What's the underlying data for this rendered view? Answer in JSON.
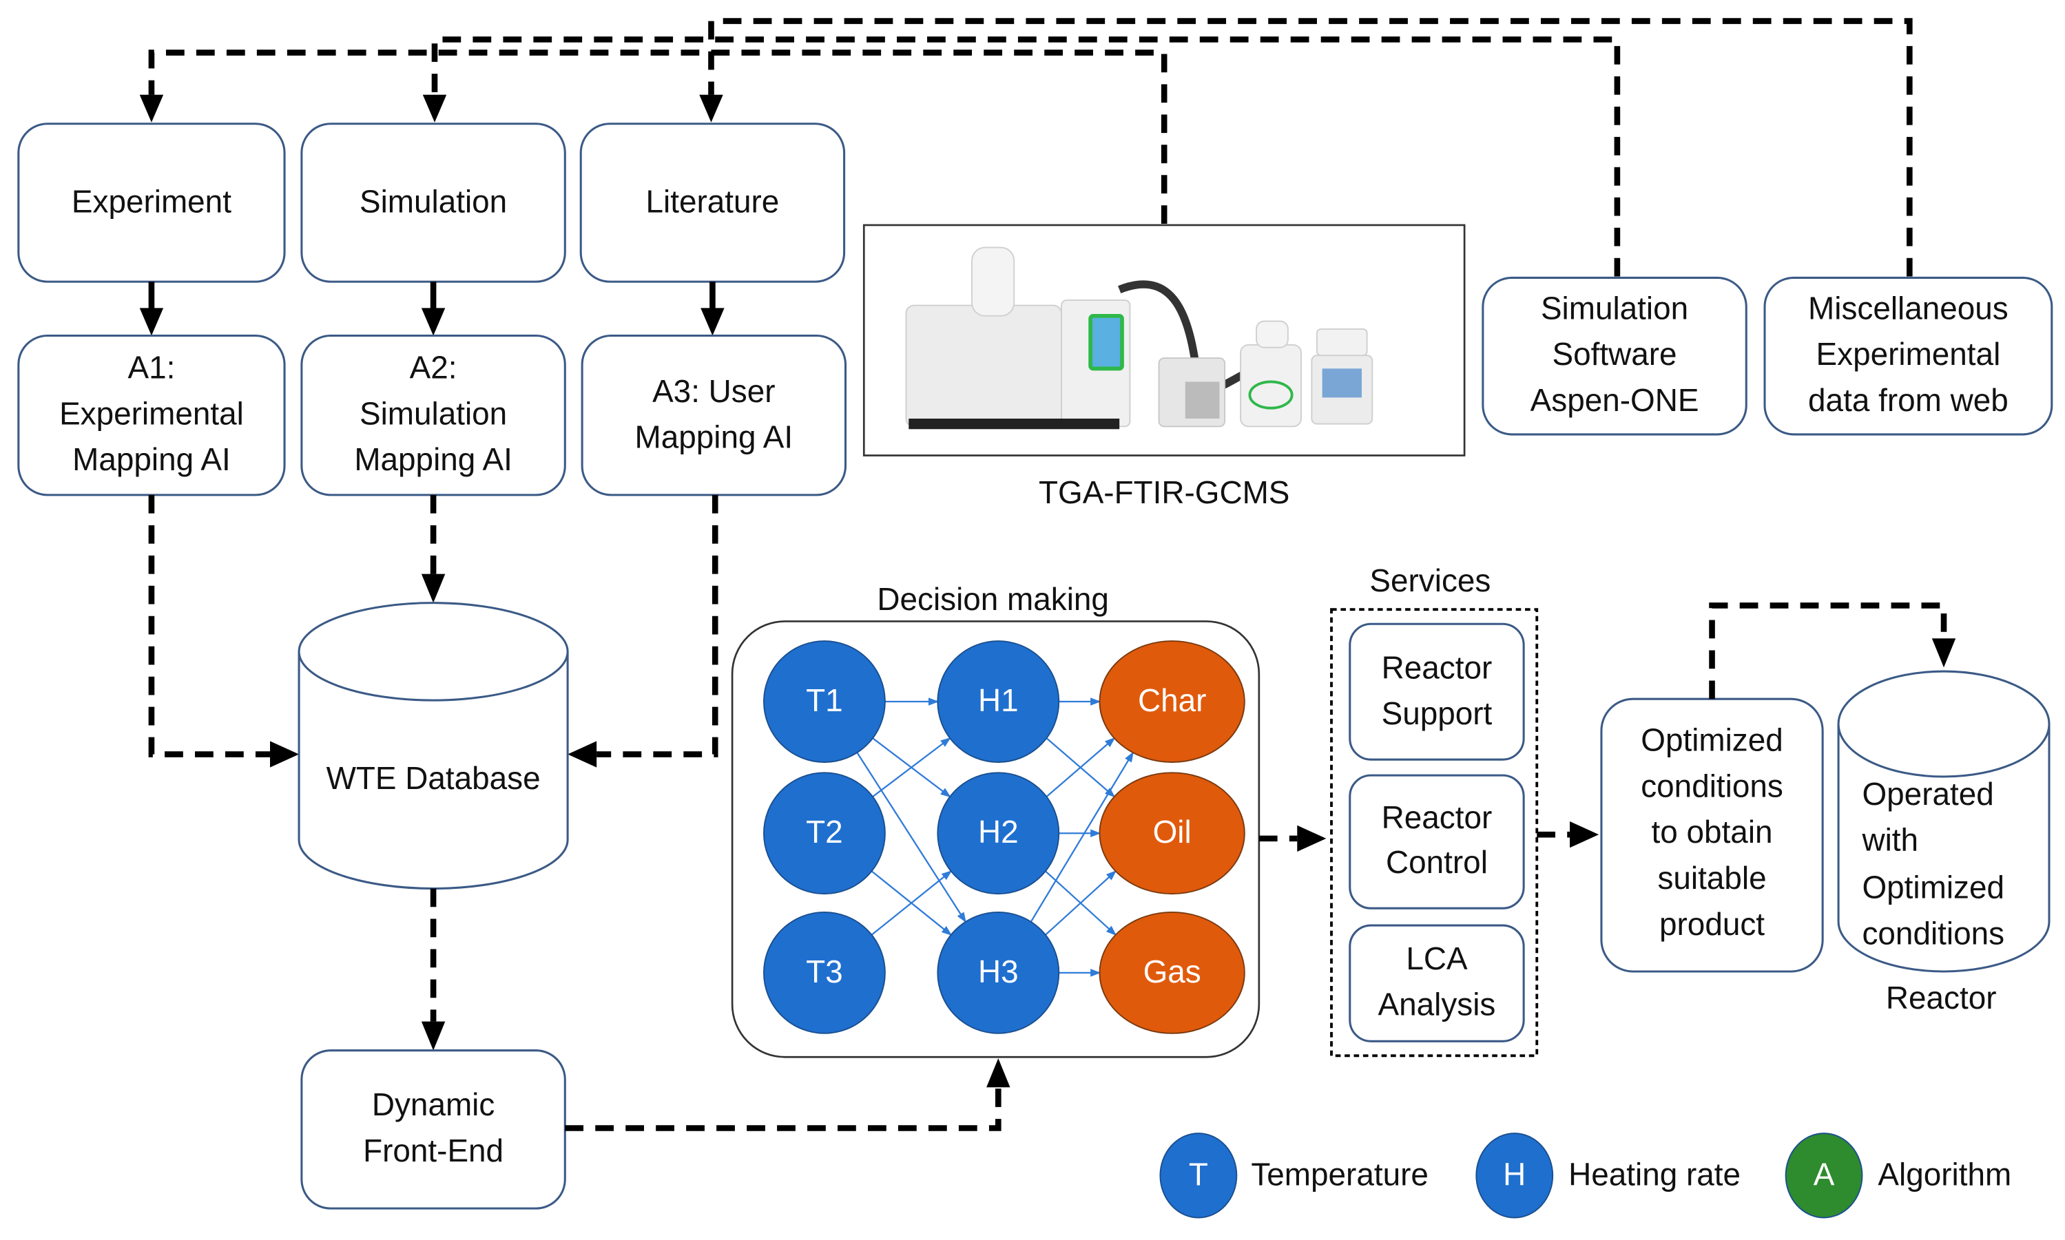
{
  "sources": {
    "experiment": "Experiment",
    "simulation": "Simulation",
    "literature": "Literature"
  },
  "mapping": {
    "a1": [
      "A1:",
      "Experimental",
      "Mapping AI"
    ],
    "a2": [
      "A2:",
      "Simulation",
      "Mapping AI"
    ],
    "a3": [
      "A3: User",
      "Mapping AI"
    ]
  },
  "instruments": {
    "tga_label": "TGA-FTIR-GCMS",
    "sim_software": [
      "Simulation",
      "Software",
      "Aspen-ONE"
    ],
    "misc": [
      "Miscellaneous",
      "Experimental",
      "data from web"
    ]
  },
  "database": {
    "label": "WTE Database"
  },
  "frontend": {
    "lines": [
      "Dynamic",
      "Front-End"
    ]
  },
  "decision": {
    "title": "Decision making",
    "inputs": [
      "T1",
      "T2",
      "T3"
    ],
    "hidden": [
      "H1",
      "H2",
      "H3"
    ],
    "outputs": [
      "Char",
      "Oil",
      "Gas"
    ],
    "input_color": "#1f6fcf",
    "output_color": "#e05a0c",
    "edges_in_hidden": [
      [
        "T1",
        "H1"
      ],
      [
        "T1",
        "H2"
      ],
      [
        "T1",
        "H3"
      ],
      [
        "T2",
        "H1"
      ],
      [
        "T2",
        "H3"
      ],
      [
        "T3",
        "H2"
      ]
    ],
    "edges_hidden_out": [
      [
        "H1",
        "Char"
      ],
      [
        "H1",
        "Oil"
      ],
      [
        "H2",
        "Char"
      ],
      [
        "H2",
        "Oil"
      ],
      [
        "H2",
        "Gas"
      ],
      [
        "H3",
        "Char"
      ],
      [
        "H3",
        "Oil"
      ],
      [
        "H3",
        "Gas"
      ]
    ]
  },
  "services": {
    "title": "Services",
    "items": [
      [
        "Reactor",
        "Support"
      ],
      [
        "Reactor",
        "Control"
      ],
      [
        "LCA",
        "Analysis"
      ]
    ]
  },
  "optimized": {
    "lines": [
      "Optimized",
      "conditions",
      "to obtain",
      "suitable",
      "product"
    ]
  },
  "reactor": {
    "lines": [
      "Operated",
      "with",
      "Optimized",
      "conditions"
    ],
    "label": "Reactor"
  },
  "legend": [
    {
      "symbol": "T",
      "label": "Temperature",
      "color": "#1f6fcf"
    },
    {
      "symbol": "H",
      "label": "Heating rate",
      "color": "#1f6fcf"
    },
    {
      "symbol": "A",
      "label": "Algorithm",
      "color": "#2e8b2e"
    }
  ]
}
